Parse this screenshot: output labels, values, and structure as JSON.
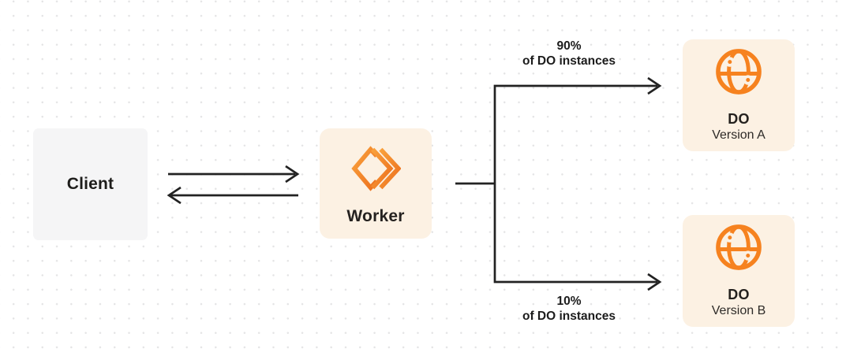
{
  "nodes": {
    "client": {
      "label": "Client"
    },
    "worker": {
      "label": "Worker",
      "icon": "cloudflare-workers-icon"
    },
    "do_version_a": {
      "title": "DO",
      "subtitle": "Version A",
      "icon": "durable-object-globe-icon"
    },
    "do_version_b": {
      "title": "DO",
      "subtitle": "Version B",
      "icon": "durable-object-globe-icon"
    }
  },
  "edges": {
    "client_worker": {
      "type": "bidirectional-arrows"
    },
    "top_branch": {
      "percent": "90%",
      "caption": "of DO instances"
    },
    "bottom_branch": {
      "percent": "10%",
      "caption": "of DO instances"
    }
  },
  "colors": {
    "accent_orange": "#f6821f",
    "accent_orange_dark": "#ec6f1d",
    "box_cream": "#fcf1e3",
    "box_gray": "#f5f5f6",
    "line_dark": "#222222",
    "text_dark": "#1e1d1b",
    "dot_grid": "#e4e4e5",
    "background": "#ffffff"
  }
}
